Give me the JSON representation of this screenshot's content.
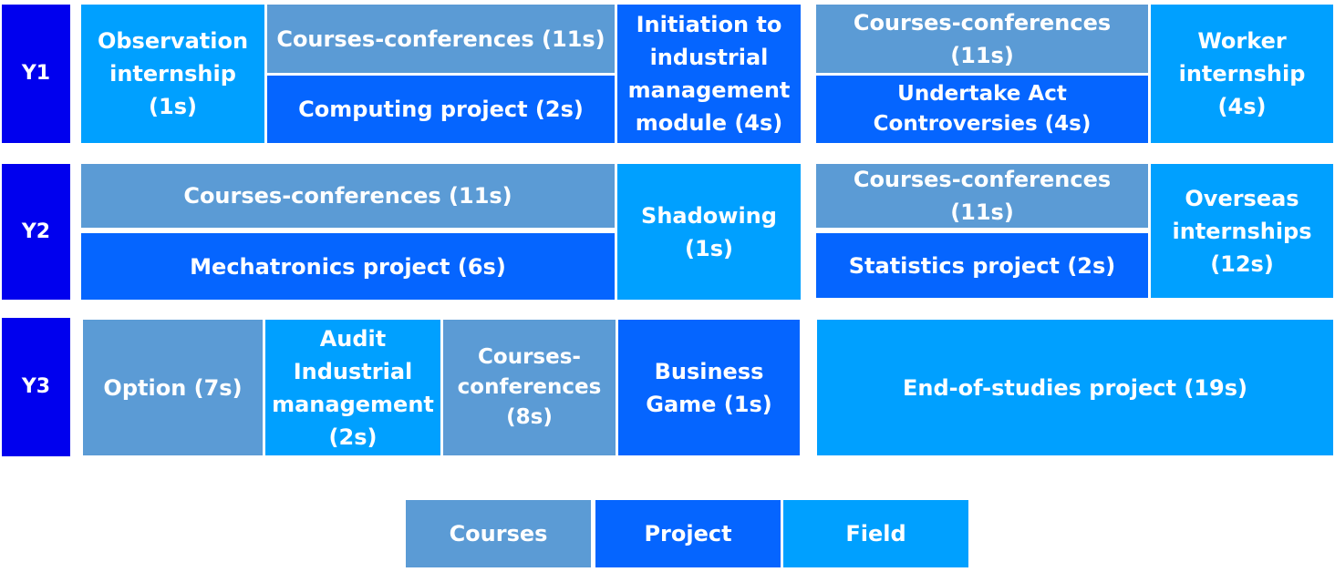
{
  "colors": {
    "year": "#0000ee",
    "courses": "#5b9bd5",
    "project": "#0565ff",
    "field": "#00a0ff"
  },
  "rows": {
    "y1": {
      "label": "Y1",
      "blocks": {
        "observation": "Observation internship (1s)",
        "courses_a": "Courses-conferences (11s)",
        "computing": "Computing project (2s)",
        "initiation": "Initiation to industrial management module (4s)",
        "courses_b": "Courses-conferences (11s)",
        "undertake": "Undertake Act Controversies (4s)",
        "worker": "Worker internship (4s)"
      }
    },
    "y2": {
      "label": "Y2",
      "blocks": {
        "courses_a": "Courses-conferences (11s)",
        "mechatronics": "Mechatronics project (6s)",
        "shadowing": "Shadowing (1s)",
        "courses_b": "Courses-conferences (11s)",
        "statistics": "Statistics project (2s)",
        "overseas": "Overseas internships (12s)"
      }
    },
    "y3": {
      "label": "Y3",
      "blocks": {
        "option": "Option (7s)",
        "audit": "Audit Industrial management (2s)",
        "courses": "Courses-conferences (8s)",
        "business": "Business Game (1s)",
        "end_of_studies": "End-of-studies project (19s)"
      }
    }
  },
  "legend": {
    "courses": "Courses",
    "project": "Project",
    "field": "Field"
  }
}
